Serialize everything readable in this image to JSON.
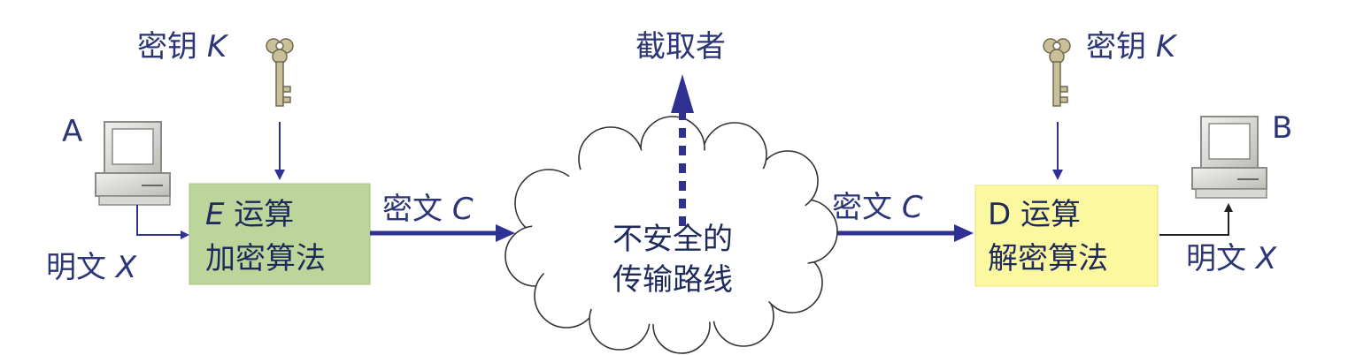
{
  "sender": {
    "label": "A"
  },
  "receiver": {
    "label": "B"
  },
  "plaintext_left": {
    "text": "明文 ",
    "var": "X"
  },
  "plaintext_right": {
    "text": "明文 ",
    "var": "X"
  },
  "key_left": {
    "text": "密钥 ",
    "var": "K"
  },
  "key_right": {
    "text": "密钥 ",
    "var": "K"
  },
  "encrypt_box": {
    "line1_var": "E",
    "line1": " 运算",
    "line2": "加密算法",
    "fill": "#bcd59a"
  },
  "decrypt_box": {
    "line1": "D 运算",
    "line2": "解密算法",
    "fill": "#fbf8a0"
  },
  "cipher_left": {
    "text": "密文 ",
    "var": "C"
  },
  "cipher_right": {
    "text": "密文 ",
    "var": "C"
  },
  "channel": {
    "line1": "不安全的",
    "line2": "传输路线"
  },
  "interceptor": {
    "label": "截取者"
  },
  "colors": {
    "arrow": "#2e3192",
    "text": "#2b3577",
    "key": "#b9b08a"
  }
}
